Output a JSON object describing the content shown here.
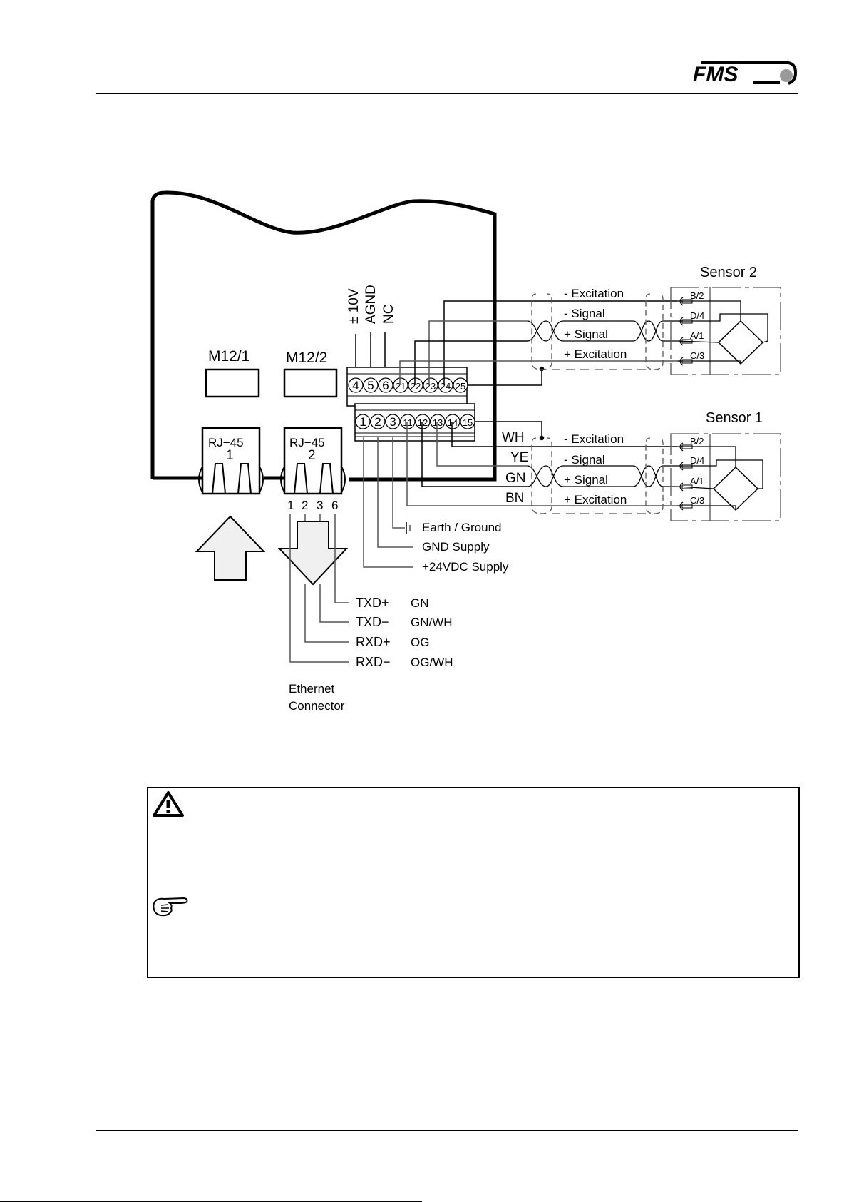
{
  "header": {
    "logo_text": "FMS",
    "brand_color": "#000000",
    "logo_dot_color": "#9a9a9a"
  },
  "device": {
    "terminal_labels": {
      "t4": "± 10V",
      "t5": "AGND",
      "t6": "NC"
    },
    "m12_labels": [
      "M12/1",
      "M12/2"
    ],
    "rj45": [
      {
        "type": "RJ−45",
        "number": "1"
      },
      {
        "type": "RJ−45",
        "number": "2"
      }
    ],
    "terminal_block_upper": [
      "4",
      "5",
      "6",
      "21",
      "22",
      "23",
      "24",
      "25"
    ],
    "terminal_block_lower": [
      "1",
      "2",
      "3",
      "11",
      "12",
      "13",
      "14",
      "15"
    ]
  },
  "sensor2": {
    "title": "Sensor 2",
    "wires": [
      "- Excitation",
      "- Signal",
      "+ Signal",
      "+ Excitation"
    ],
    "pins": [
      "B/2",
      "D/4",
      "A/1",
      "C/3"
    ]
  },
  "sensor1": {
    "title": "Sensor 1",
    "wires": [
      "- Excitation",
      "- Signal",
      "+ Signal",
      "+ Excitation"
    ],
    "pins": [
      "B/2",
      "D/4",
      "A/1",
      "C/3"
    ],
    "wire_colors": [
      "WH",
      "YE",
      "GN",
      "BN"
    ]
  },
  "supply": {
    "labels": [
      "Earth / Ground",
      "GND Supply",
      "+24VDC Supply"
    ]
  },
  "ethernet": {
    "pin_numbers": [
      "1",
      "2",
      "3",
      "6"
    ],
    "signals": [
      {
        "name": "TXD+",
        "color": "GN"
      },
      {
        "name": "TXD−",
        "color": "GN/WH"
      },
      {
        "name": "RXD+",
        "color": "OG"
      },
      {
        "name": "RXD−",
        "color": "OG/WH"
      }
    ],
    "caption_line1": "Ethernet",
    "caption_line2": "Connector"
  },
  "note_box": {
    "warning_icon": "warning-triangle-icon",
    "hint_icon": "pointing-hand-icon"
  }
}
